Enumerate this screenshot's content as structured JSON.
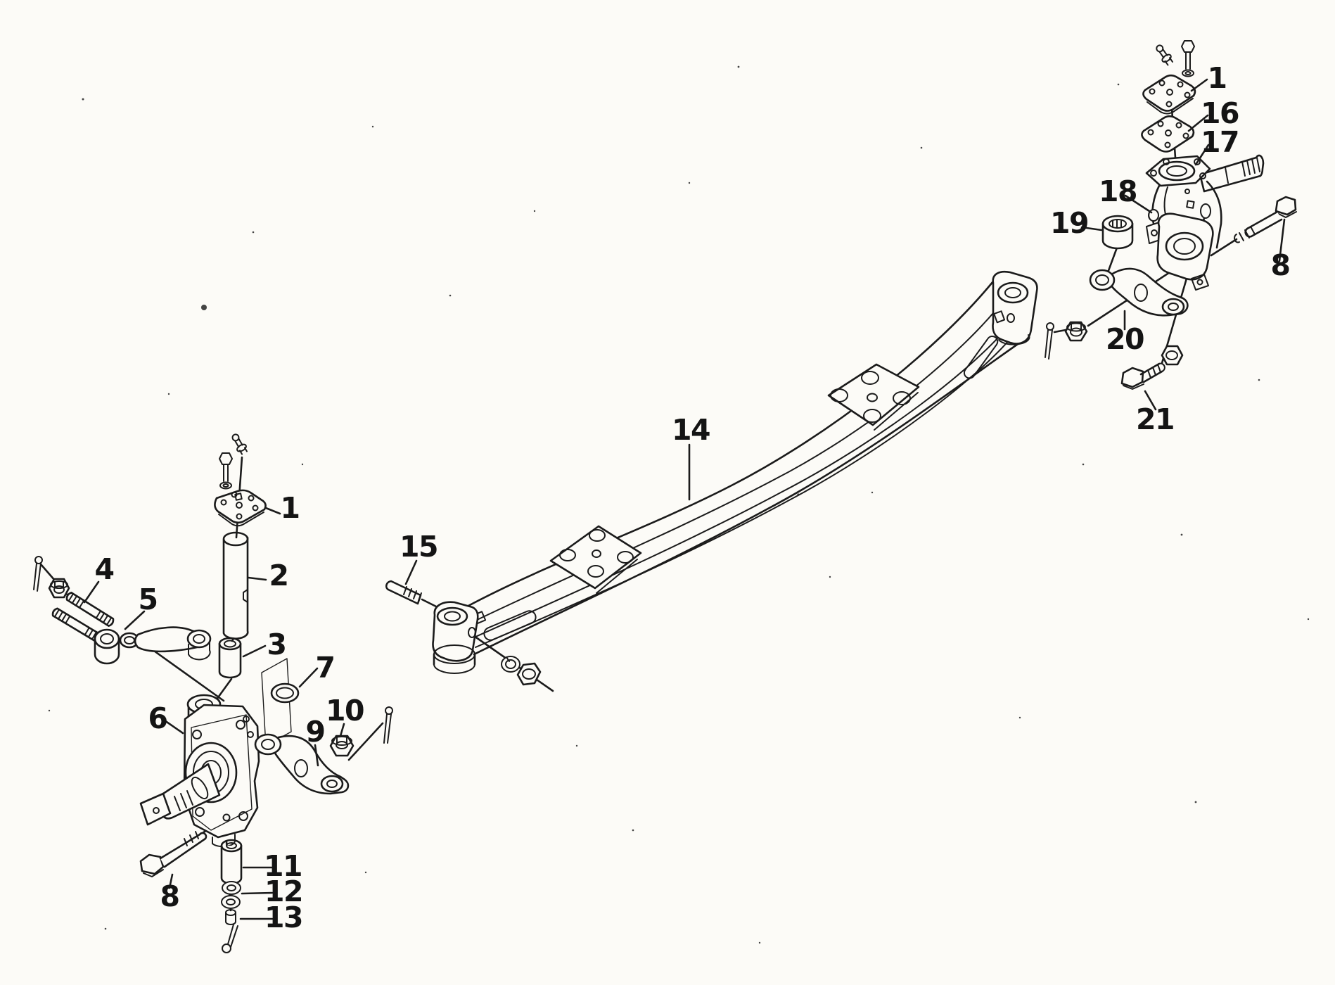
{
  "page": {
    "background": "#fcfbf7",
    "ink": "#1b1b1b",
    "description": "Exploded parts diagram of a front axle beam with left and right steering knuckle assemblies"
  },
  "callouts": {
    "left_assembly": [
      {
        "part": "king-pin-cover-plate",
        "label": "1"
      },
      {
        "part": "king-pin",
        "label": "2"
      },
      {
        "part": "king-pin-bushing",
        "label": "3"
      },
      {
        "part": "tie-rod-arm-stud",
        "label": "4"
      },
      {
        "part": "tie-rod-arm",
        "label": "5"
      },
      {
        "part": "steering-knuckle-left",
        "label": "6"
      },
      {
        "part": "seal-ring",
        "label": "7"
      },
      {
        "part": "knuckle-arm-bolt",
        "label": "8"
      },
      {
        "part": "knuckle-arm",
        "label": "9"
      },
      {
        "part": "castle-nut",
        "label": "10"
      },
      {
        "part": "lower-king-pin-bushing",
        "label": "11"
      },
      {
        "part": "thrust-washer",
        "label": "12"
      },
      {
        "part": "lock-pin",
        "label": "13"
      }
    ],
    "axle_beam": [
      {
        "part": "front-axle-beam",
        "label": "14"
      },
      {
        "part": "spring-pad-stud",
        "label": "15"
      }
    ],
    "right_assembly": [
      {
        "part": "king-pin-cover-plate",
        "label": "1"
      },
      {
        "part": "cover-shim",
        "label": "16"
      },
      {
        "part": "steering-knuckle-right",
        "label": "17"
      },
      {
        "part": "lock-plug",
        "label": "18"
      },
      {
        "part": "thrust-bearing",
        "label": "19"
      },
      {
        "part": "knuckle-bolt",
        "label": "8"
      },
      {
        "part": "steering-arm",
        "label": "20"
      },
      {
        "part": "arm-bolt",
        "label": "21"
      }
    ]
  }
}
